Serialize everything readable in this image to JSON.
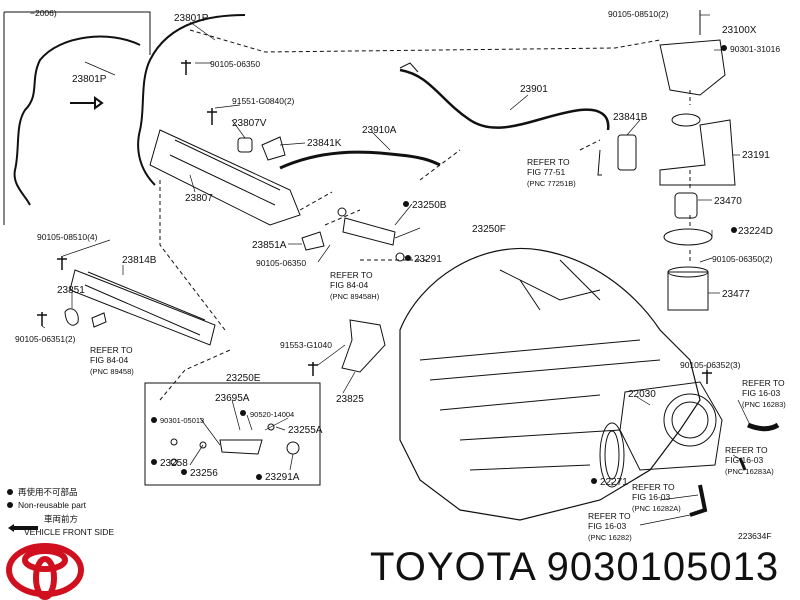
{
  "top_year_note": "−2006)",
  "parts": {
    "p23801P_a": "23801P",
    "p23801P_b": "23801P",
    "p90105_06350_a": "90105-06350",
    "p91551_G0840": "91551-G0840(2)",
    "p23807V": "23807V",
    "p23841K": "23841K",
    "p23910A": "23910A",
    "p23807": "23807",
    "p23901": "23901",
    "p23841B": "23841B",
    "p90105_08510_2": "90105-08510(2)",
    "p23100X": "23100X",
    "p90301_31016": "90301-31016",
    "p23191": "23191",
    "p23470": "23470",
    "p23224D": "23224D",
    "p90105_06350_2": "90105-06350(2)",
    "p23477": "23477",
    "p23250B": "23250B",
    "p23250F": "23250F",
    "p23291": "23291",
    "p23851A": "23851A",
    "p90105_06350_b": "90105-06350",
    "p90105_08510_4": "90105-08510(4)",
    "p23814B": "23814B",
    "p23851": "23851",
    "p90105_06351_2": "90105-06351(2)",
    "p91553_G1040": "91553-G1040",
    "p23825": "23825",
    "p23250E": "23250E",
    "p23695A": "23695A",
    "p90301_05013": "90301-05013",
    "p90520_14004": "90520-14004",
    "p23255A": "23255A",
    "p23258": "23258",
    "p23256": "23256",
    "p23291A": "23291A",
    "p90105_06352_3": "90105-06352(3)",
    "p22030": "22030",
    "p22271": "22271"
  },
  "refs": {
    "r77_line1": "REFER TO",
    "r77_line2": "FIG 77-51",
    "r77_line3": "(PNC 77251B)",
    "r84a_line1": "REFER TO",
    "r84a_line2": "FIG 84-04",
    "r84a_line3": "(PNC 89458H)",
    "r84b_line1": "REFER TO",
    "r84b_line2": "FIG 84-04",
    "r84b_line3": "(PNC 89458)",
    "r16a_line1": "REFER TO",
    "r16a_line2": "FIG 16-03",
    "r16a_line3": "(PNC 16283)",
    "r16b_line1": "REFER TO",
    "r16b_line2": "FIG 16-03",
    "r16b_line3": "(PNC 16283A)",
    "r16c_line1": "REFER TO",
    "r16c_line2": "FIG 16-03",
    "r16c_line3": "(PNC 16282A)",
    "r16d_line1": "REFER TO",
    "r16d_line2": "FIG 16-03",
    "r16d_line3": "(PNC 16282)"
  },
  "legend": {
    "nonreuse_jp": "再使用不可部品",
    "nonreuse_en": "Non-reusable part",
    "front_jp": "車両前方",
    "front_en": "VEHICLE FRONT SIDE"
  },
  "figure_code": "223634F",
  "brand_text": "TOYOTA 9030105013",
  "colors": {
    "ink": "#111111",
    "logo_red": "#d0101e"
  }
}
